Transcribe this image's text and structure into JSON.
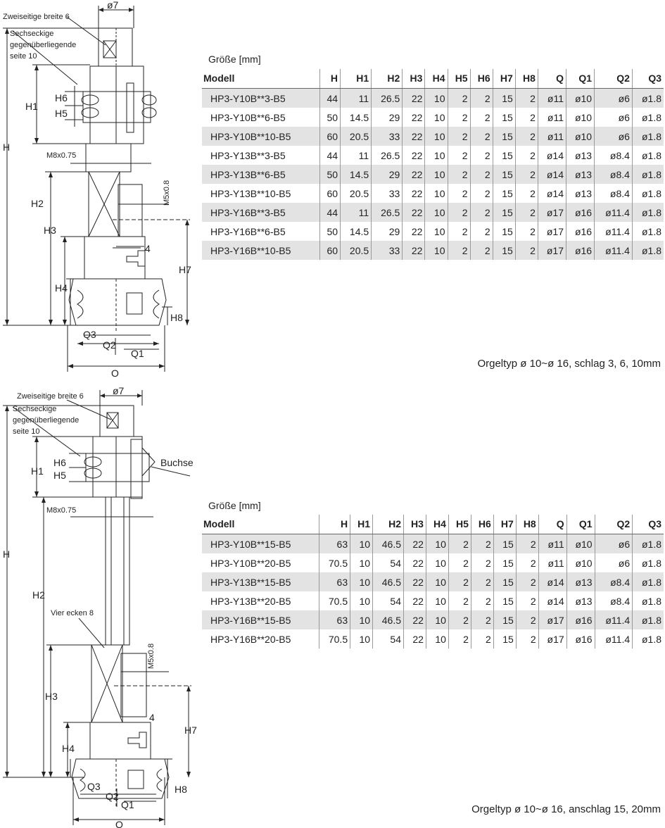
{
  "section1": {
    "drawing_labels": {
      "width_flat": "Zweiseitige breite 6",
      "hex_flat": [
        "Sechseckige",
        "gegenüberliegende",
        "seite 10"
      ],
      "diameter": "ø7",
      "thread_main": "M8x0.75",
      "thread_side": "M5x0.8",
      "dim_4": "4",
      "dims": {
        "H": "H",
        "H1": "H1",
        "H2": "H2",
        "H3": "H3",
        "H4": "H4",
        "H5": "H5",
        "H6": "H6",
        "H7": "H7",
        "H8": "H8",
        "Q": "Q",
        "Q1": "Q1",
        "Q2": "Q2",
        "Q3": "Q3"
      }
    },
    "unit_label": "Größe [mm]",
    "columns": [
      "Modell",
      "H",
      "H1",
      "H2",
      "H3",
      "H4",
      "H5",
      "H6",
      "H7",
      "H8",
      "Q",
      "Q1",
      "Q2",
      "Q3"
    ],
    "rows": [
      [
        "HP3-Y10B**3-B5",
        "44",
        "11",
        "26.5",
        "22",
        "10",
        "2",
        "2",
        "15",
        "2",
        "ø11",
        "ø10",
        "ø6",
        "ø1.8"
      ],
      [
        "HP3-Y10B**6-B5",
        "50",
        "14.5",
        "29",
        "22",
        "10",
        "2",
        "2",
        "15",
        "2",
        "ø11",
        "ø10",
        "ø6",
        "ø1.8"
      ],
      [
        "HP3-Y10B**10-B5",
        "60",
        "20.5",
        "33",
        "22",
        "10",
        "2",
        "2",
        "15",
        "2",
        "ø11",
        "ø10",
        "ø6",
        "ø1.8"
      ],
      [
        "HP3-Y13B**3-B5",
        "44",
        "11",
        "26.5",
        "22",
        "10",
        "2",
        "2",
        "15",
        "2",
        "ø14",
        "ø13",
        "ø8.4",
        "ø1.8"
      ],
      [
        "HP3-Y13B**6-B5",
        "50",
        "14.5",
        "29",
        "22",
        "10",
        "2",
        "2",
        "15",
        "2",
        "ø14",
        "ø13",
        "ø8.4",
        "ø1.8"
      ],
      [
        "HP3-Y13B**10-B5",
        "60",
        "20.5",
        "33",
        "22",
        "10",
        "2",
        "2",
        "15",
        "2",
        "ø14",
        "ø13",
        "ø8.4",
        "ø1.8"
      ],
      [
        "HP3-Y16B**3-B5",
        "44",
        "11",
        "26.5",
        "22",
        "10",
        "2",
        "2",
        "15",
        "2",
        "ø17",
        "ø16",
        "ø11.4",
        "ø1.8"
      ],
      [
        "HP3-Y16B**6-B5",
        "50",
        "14.5",
        "29",
        "22",
        "10",
        "2",
        "2",
        "15",
        "2",
        "ø17",
        "ø16",
        "ø11.4",
        "ø1.8"
      ],
      [
        "HP3-Y16B**10-B5",
        "60",
        "20.5",
        "33",
        "22",
        "10",
        "2",
        "2",
        "15",
        "2",
        "ø17",
        "ø16",
        "ø11.4",
        "ø1.8"
      ]
    ],
    "caption": "Orgeltyp ø 10~ø 16, schlag 3, 6, 10mm"
  },
  "section2": {
    "drawing_labels": {
      "width_flat": "Zweiseitige breite 6",
      "hex_flat": [
        "Sechseckige",
        "gegenüberliegende",
        "seite 10"
      ],
      "diameter": "ø7",
      "bushing": "Buchse",
      "square": "Vier ecken 8",
      "thread_main": "M8x0.75",
      "thread_side": "M5x0.8",
      "dim_4": "4",
      "dims": {
        "H": "H",
        "H1": "H1",
        "H2": "H2",
        "H3": "H3",
        "H4": "H4",
        "H5": "H5",
        "H6": "H6",
        "H7": "H7",
        "H8": "H8",
        "Q": "Q",
        "Q1": "Q1",
        "Q2": "Q2",
        "Q3": "Q3"
      }
    },
    "unit_label": "Größe [mm]",
    "columns": [
      "Modell",
      "H",
      "H1",
      "H2",
      "H3",
      "H4",
      "H5",
      "H6",
      "H7",
      "H8",
      "Q",
      "Q1",
      "Q2",
      "Q3"
    ],
    "rows": [
      [
        "HP3-Y10B**15-B5",
        "63",
        "10",
        "46.5",
        "22",
        "10",
        "2",
        "2",
        "15",
        "2",
        "ø11",
        "ø10",
        "ø6",
        "ø1.8"
      ],
      [
        "HP3-Y10B**20-B5",
        "70.5",
        "10",
        "54",
        "22",
        "10",
        "2",
        "2",
        "15",
        "2",
        "ø11",
        "ø10",
        "ø6",
        "ø1.8"
      ],
      [
        "HP3-Y13B**15-B5",
        "63",
        "10",
        "46.5",
        "22",
        "10",
        "2",
        "2",
        "15",
        "2",
        "ø14",
        "ø13",
        "ø8.4",
        "ø1.8"
      ],
      [
        "HP3-Y13B**20-B5",
        "70.5",
        "10",
        "54",
        "22",
        "10",
        "2",
        "2",
        "15",
        "2",
        "ø14",
        "ø13",
        "ø8.4",
        "ø1.8"
      ],
      [
        "HP3-Y16B**15-B5",
        "63",
        "10",
        "46.5",
        "22",
        "10",
        "2",
        "2",
        "15",
        "2",
        "ø17",
        "ø16",
        "ø11.4",
        "ø1.8"
      ],
      [
        "HP3-Y16B**20-B5",
        "70.5",
        "10",
        "54",
        "22",
        "10",
        "2",
        "2",
        "15",
        "2",
        "ø17",
        "ø16",
        "ø11.4",
        "ø1.8"
      ]
    ],
    "caption": "Orgeltyp ø 10~ø 16, anschlag 15, 20mm"
  }
}
